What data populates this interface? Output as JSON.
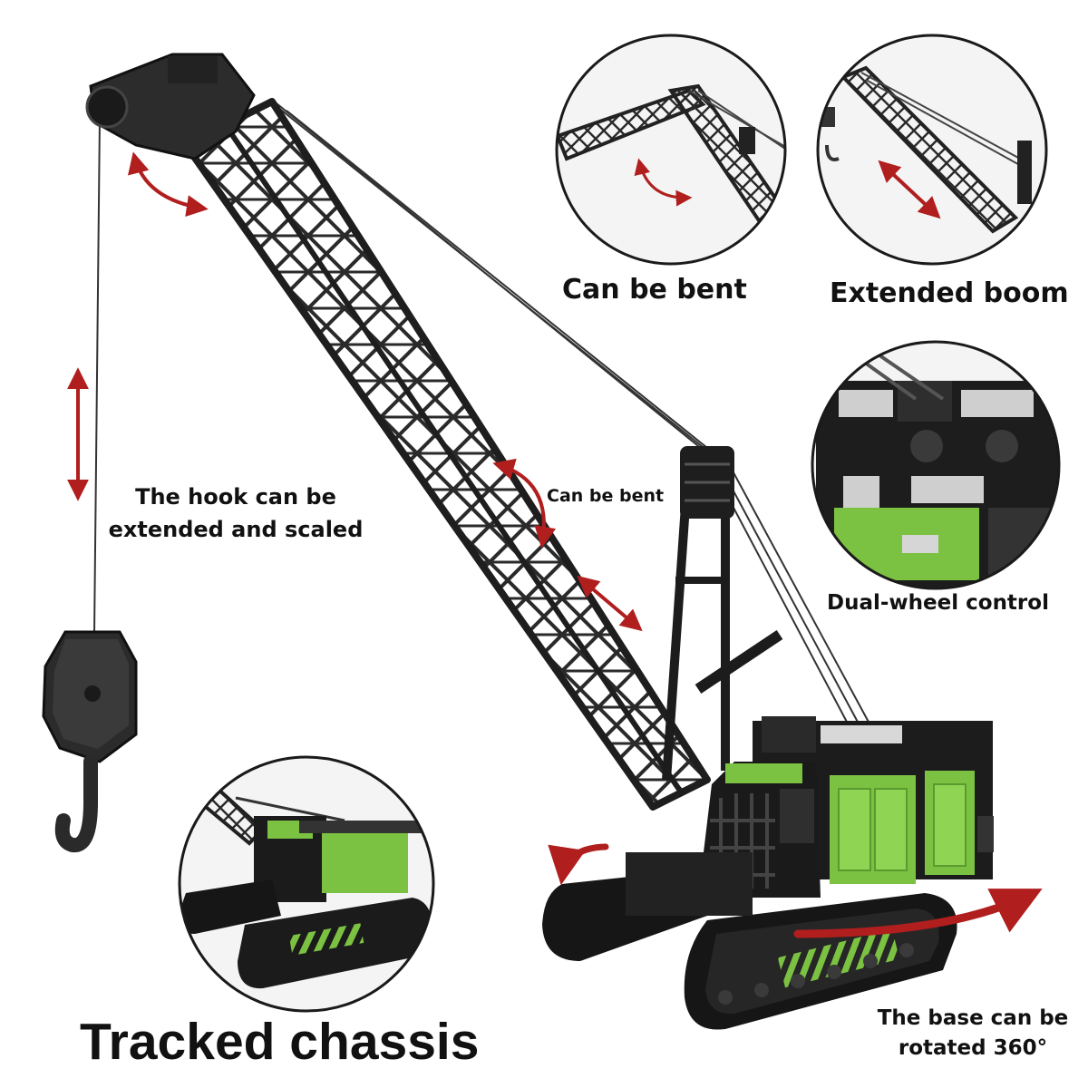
{
  "labels": {
    "can_be_bent_top": "Can be bent",
    "extended_boom": "Extended boom",
    "hook_line1": "The hook can be",
    "hook_line2": "extended and scaled",
    "can_be_bent_mid": "Can be bent",
    "dual_wheel_control": "Dual-wheel control",
    "base_line1": "The base can be",
    "base_line2": "rotated 360°",
    "tracked_chassis": "Tracked chassis"
  },
  "colors": {
    "boom": "#2a2a2a",
    "body_dark": "#1c1c1c",
    "accent_green": "#7cc242",
    "arrow_red": "#b01e1e",
    "track": "#161616"
  },
  "icons": [
    "crane-boom",
    "hook-block",
    "pulley",
    "tracked-chassis",
    "rotation-arrow",
    "double-arrow"
  ]
}
